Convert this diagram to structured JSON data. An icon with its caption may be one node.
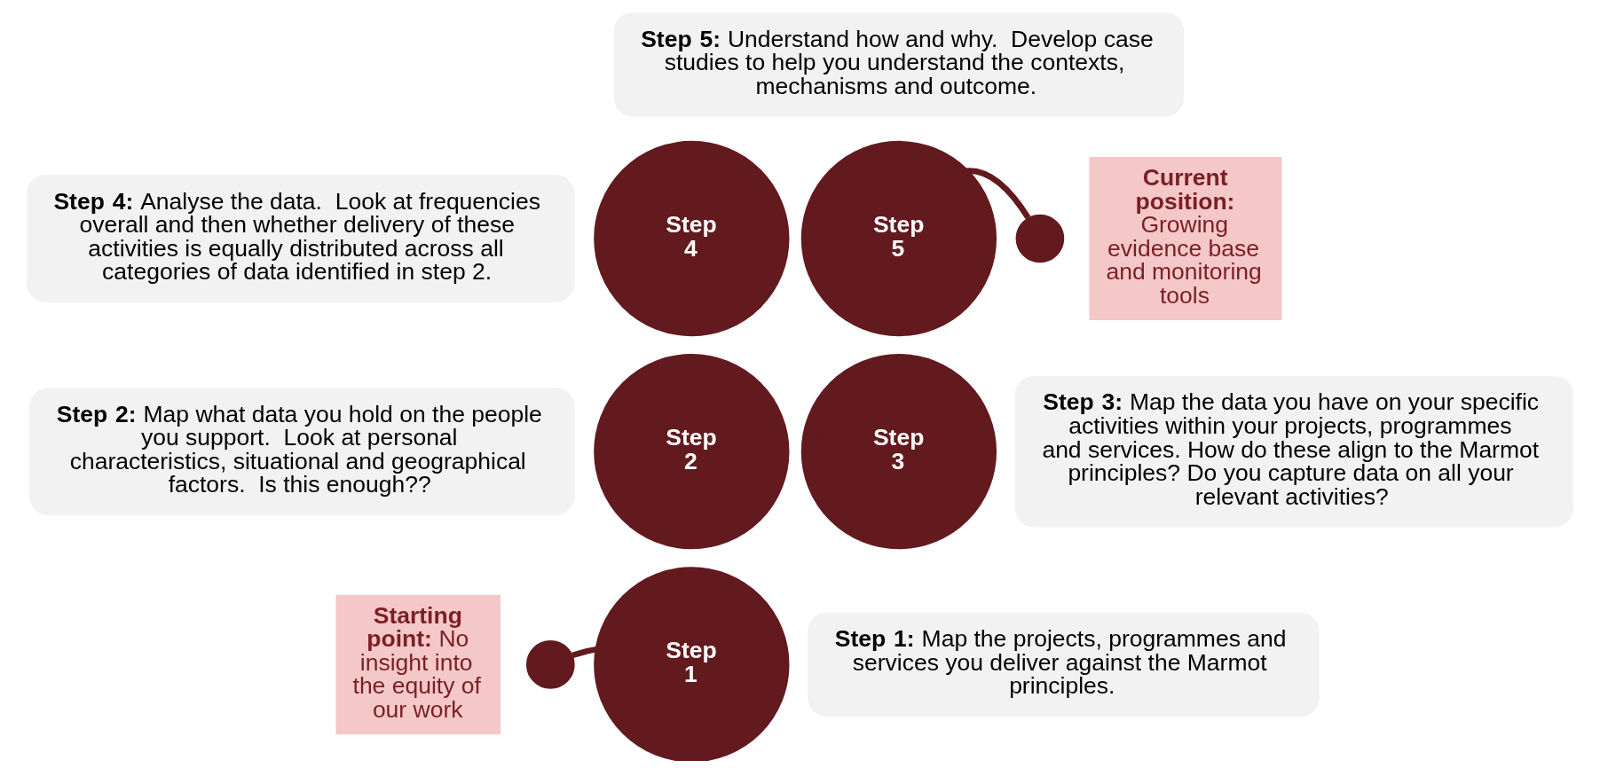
{
  "diagram": {
    "nodes": [
      {
        "text": [
          "**Step 5:** Understand how and why.  Develop case studies to help you understand the contexts, mechanisms and outcome."
        ]
      },
      {
        "text": [
          "**Step 4:** Analyse the data.  Look at frequencies overall and then whether delivery of these activities is equally distributed across all categories of data identified in step 2."
        ]
      },
      {
        "text": [
          "Step 4"
        ]
      },
      {
        "text": [
          "Step 5"
        ]
      },
      {
        "text": [],
        "shape": "circle"
      },
      {
        "text": [
          "**Current position:** Growing evidence base and monitoring tools"
        ]
      },
      {
        "text": [
          "**Step 2:** Map what data you hold on the people you support.  Look at personal characteristics, situational and geographical factors.  Is this enough??"
        ]
      },
      {
        "text": [
          "Step 2"
        ]
      },
      {
        "text": [
          "Step 3"
        ]
      },
      {
        "text": [
          "**Step 3:** Map the data you have on your specific activities within your projects, programmes and services. How do these align to the Marmot principles? Do you capture data on all your relevant activities?"
        ]
      },
      {
        "text": [
          "**Starting point:** No insight into the equity of our work"
        ]
      },
      {
        "text": [],
        "shape": "circle"
      },
      {
        "text": [
          "Step 1"
        ]
      },
      {
        "text": [
          "**Step 1:** Map the projects, programmes and services you deliver against the Marmot principles."
        ]
      }
    ],
    "edges": [
      {
        "from": 3,
        "to": 4,
        "arrow": "none"
      },
      {
        "from": 11,
        "to": 12,
        "arrow": "none"
      }
    ]
  }
}
